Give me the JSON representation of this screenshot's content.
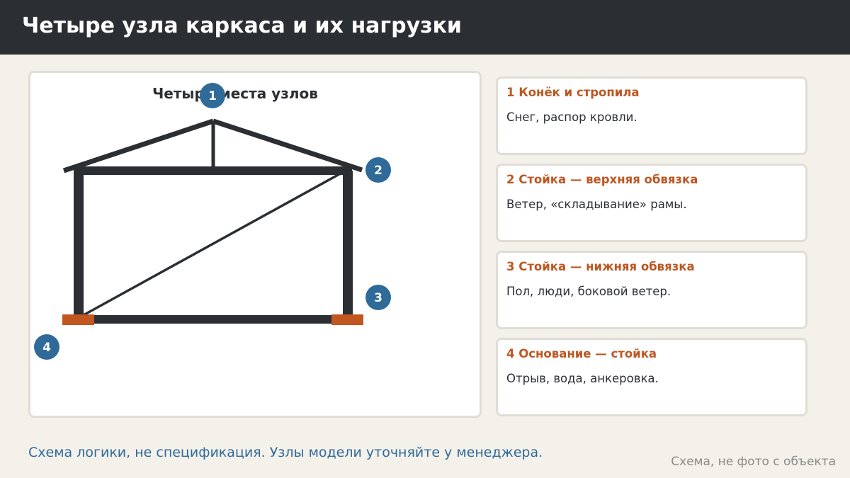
{
  "header": {
    "title": "Четыре узла каркаса и их нагрузки"
  },
  "diagram": {
    "title": "Четыре места узлов",
    "markers": [
      {
        "label": "1"
      },
      {
        "label": "2"
      },
      {
        "label": "3"
      },
      {
        "label": "4"
      }
    ],
    "colors": {
      "frame": "#2b2e33",
      "anchor": "#c1561f",
      "marker": "#2f6a99"
    }
  },
  "cards": [
    {
      "title": "1 Конёк и стропила",
      "text": "Снег, распор кровли."
    },
    {
      "title": "2 Стойка — верхняя обвязка",
      "text": "Ветер, «складывание» рамы."
    },
    {
      "title": "3 Стойка — нижняя обвязка",
      "text": "Пол, люди, боковой ветер."
    },
    {
      "title": "4 Основание — стойка",
      "text": "Отрыв, вода, анкеровка."
    }
  ],
  "footer": {
    "note": "Схема логики, не спецификация. Узлы модели уточняйте у менеджера.",
    "caption": "Схема, не фото с объекта"
  }
}
